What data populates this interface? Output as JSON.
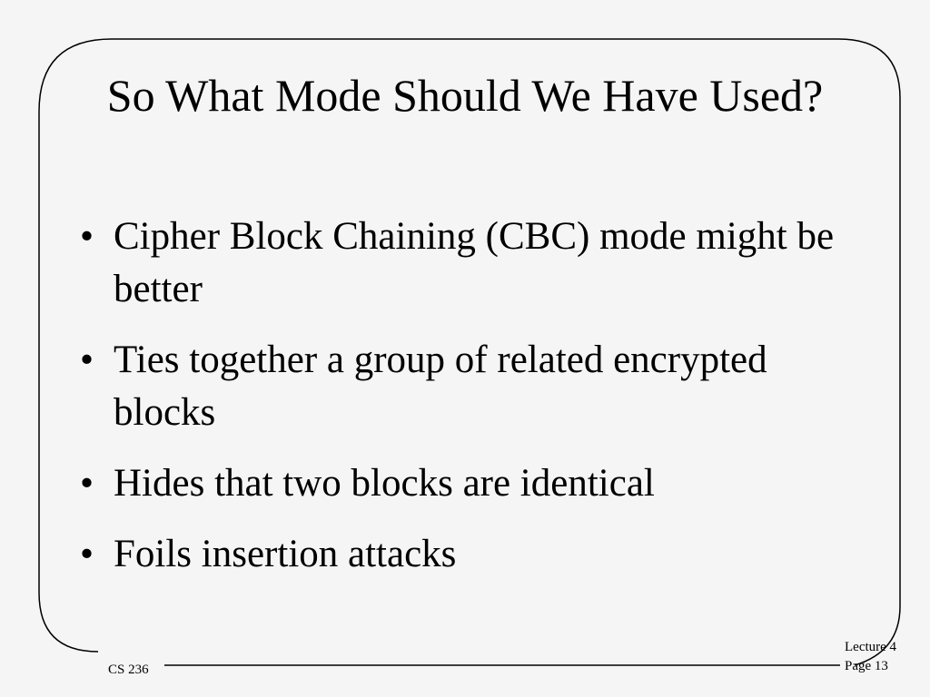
{
  "slide": {
    "title": "So What Mode Should We Have Used?",
    "bullets": [
      "Cipher Block Chaining (CBC) mode might be better",
      "Ties together a group of related encrypted blocks",
      "Hides that two blocks are identical",
      "Foils insertion attacks"
    ],
    "bullet_marker": "•"
  },
  "footer": {
    "course": "CS 236",
    "lecture": "Lecture 4",
    "page": "Page 13"
  },
  "colors": {
    "background": "#f5f5f5",
    "ink": "#000000"
  }
}
